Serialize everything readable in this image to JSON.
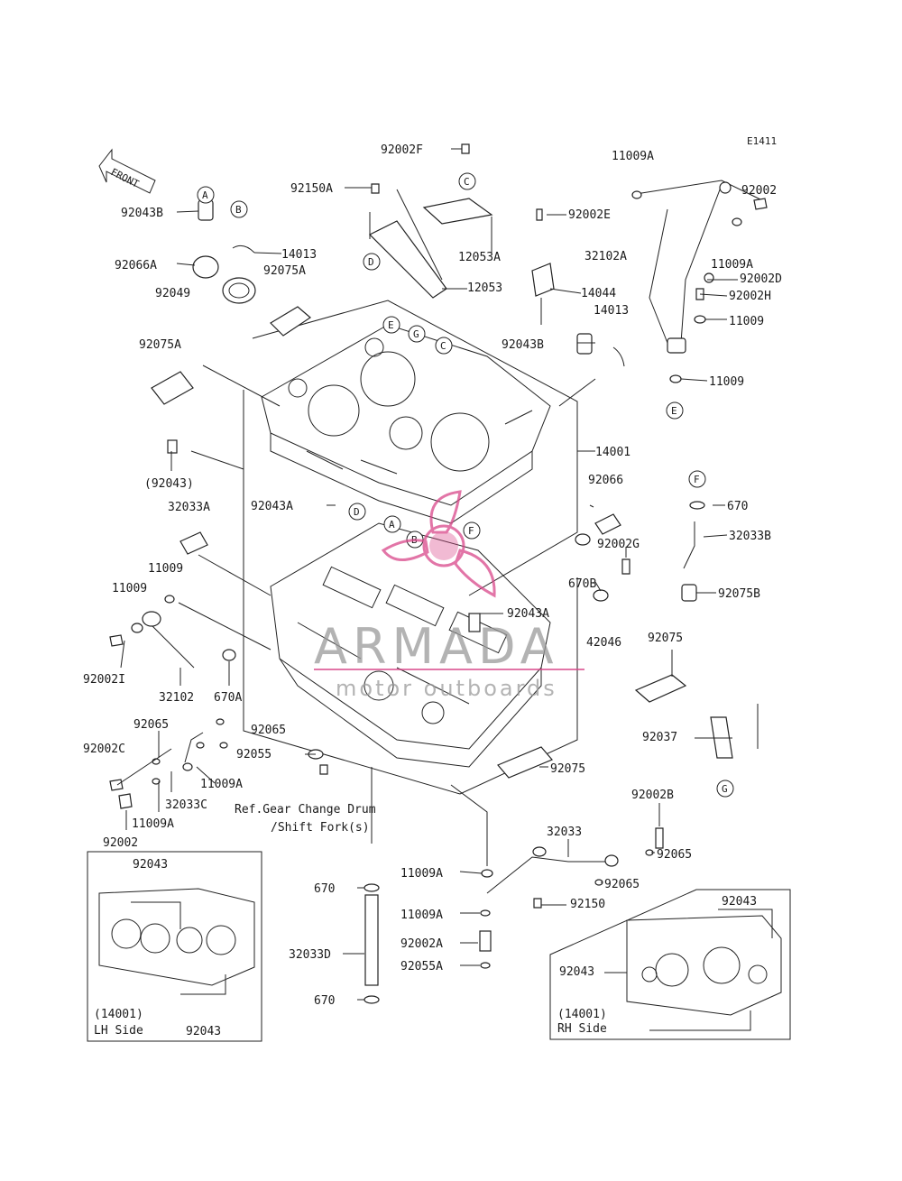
{
  "diagram_code": "E1411",
  "front_label": "FRONT",
  "part_labels": {
    "p92002F": "92002F",
    "p92150A": "92150A",
    "p11009A_top": "11009A",
    "p92002_top": "92002",
    "p92043B": "92043B",
    "p14013_top": "14013",
    "p92075A_top": "92075A",
    "p92066A": "92066A",
    "p92049": "92049",
    "p12053A": "12053A",
    "p92002E": "92002E",
    "p32102A": "32102A",
    "p11009A_mid": "11009A",
    "p92002D": "92002D",
    "p92002H": "92002H",
    "p11009_a": "11009",
    "p11009_b": "11009",
    "p12053": "12053",
    "p14044": "14044",
    "p14013_mid": "14013",
    "p92075A": "92075A",
    "p92043B_mid": "92043B",
    "p14001": "14001",
    "p92043_paren": "(92043)",
    "p92066": "92066",
    "p670_top": "670",
    "p32033A": "32033A",
    "p92043A_left": "92043A",
    "p32033B": "32033B",
    "p92002G": "92002G",
    "p11009_l1": "11009",
    "p11009_l2": "11009",
    "p670B": "670B",
    "p92075B": "92075B",
    "p92043A_mid": "92043A",
    "p42046": "42046",
    "p92002I": "92002I",
    "p32102": "32102",
    "p670A": "670A",
    "p92075_r": "92075",
    "p92065_a": "92065",
    "p92065_b": "92065",
    "p92037": "92037",
    "p92002C": "92002C",
    "p92055": "92055",
    "p11009A_l": "11009A",
    "p92075_b": "92075",
    "p32033C": "32033C",
    "p11009A_l2": "11009A",
    "p92002_bot": "92002",
    "p92002B": "92002B",
    "p32033": "32033",
    "p92065_c": "92065",
    "p92065_d": "92065",
    "p11009A_c": "11009A",
    "p92150": "92150",
    "p670_c1": "670",
    "p11009A_c2": "11009A",
    "p32033D": "32033D",
    "p92002A": "92002A",
    "p92055A": "92055A",
    "p670_c2": "670",
    "p92043_lh": "92043",
    "p92043_lh2": "92043",
    "p92043_rh": "92043",
    "p92043_rh2": "92043"
  },
  "callouts": {
    "A": "A",
    "B": "B",
    "C": "C",
    "D": "D",
    "E": "E",
    "F": "F",
    "G": "G"
  },
  "ref_note": {
    "line1": "Ref.Gear Change Drum",
    "line2": "/Shift Fork(s)"
  },
  "inset_lh": {
    "code": "(14001)",
    "side": "LH Side"
  },
  "inset_rh": {
    "code": "(14001)",
    "side": "RH Side"
  },
  "watermark": {
    "title": "ARMADA",
    "subtitle": "motor outboards"
  },
  "colors": {
    "ink": "#1a1a1a",
    "watermark_pink": "#d9478a",
    "watermark_gray": "#9a9a9a"
  }
}
